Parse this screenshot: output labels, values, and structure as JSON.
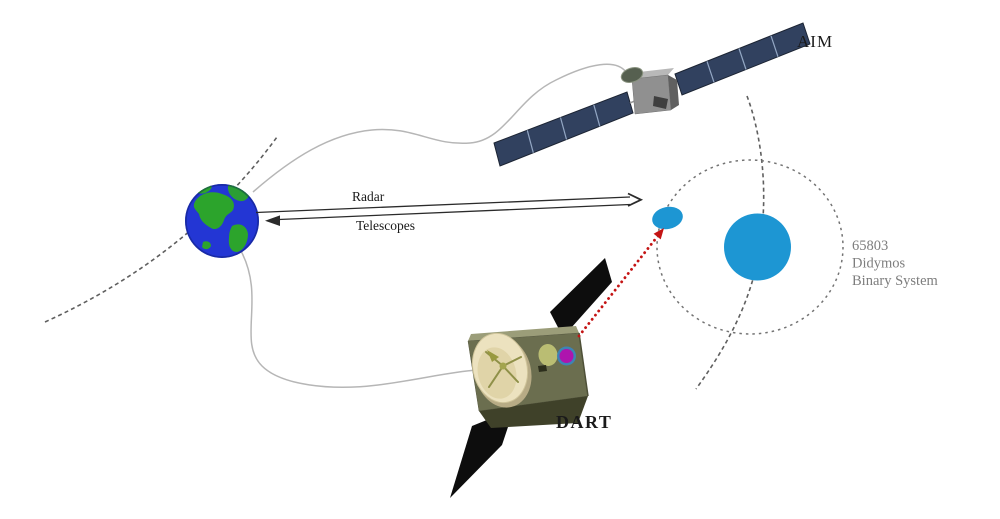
{
  "labels": {
    "aim": "AIM",
    "dart": "DART",
    "radar": "Radar",
    "telescopes": "Telescopes",
    "binary_system": {
      "line1": "65803",
      "line2": "Didymos",
      "line3": "Binary System"
    }
  },
  "colors": {
    "asteroid_blue": "#1d96d3",
    "earth_ocean": "#2336d4",
    "earth_land": "#2ca42c",
    "trajectory_gray": "#b6b6b6",
    "orbit_dash_gray": "#5f5f5f",
    "arrow_black": "#2b2b2b",
    "impact_red": "#c41414",
    "aim_panel_blue": "#31415f",
    "dart_body_olive": "#6b6e4f",
    "dish_cream": "#ece2bf",
    "instrument_yellow": "#babd73",
    "instrument_magenta": "#ae14ae",
    "instrument_ring_blue": "#3e83b4",
    "solar_panel_black": "#0d0d0d",
    "label_gray": "#7d7d7d",
    "label_black": "#1a1a1a"
  }
}
